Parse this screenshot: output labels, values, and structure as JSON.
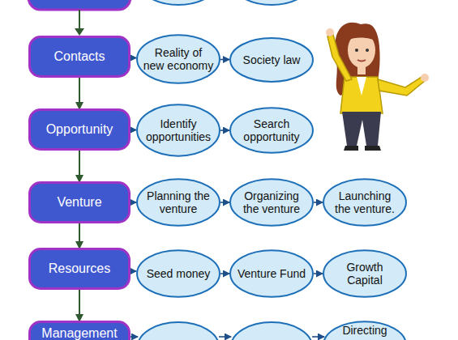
{
  "diagram": {
    "nodes": [
      {
        "text": [
          "Contacts"
        ]
      },
      {
        "text": [
          "Reality of new economy"
        ]
      },
      {
        "text": [
          "Society law"
        ]
      },
      {
        "text": [
          "Opportunity"
        ]
      },
      {
        "text": [
          "Identify opportunities"
        ]
      },
      {
        "text": [
          "Search opportunity"
        ]
      },
      {
        "text": [
          "Venture"
        ]
      },
      {
        "text": [
          "Planning the venture"
        ]
      },
      {
        "text": [
          "Organizing the venture"
        ]
      },
      {
        "text": [
          "Launching the venture."
        ]
      },
      {
        "text": [
          "Resources"
        ]
      },
      {
        "text": [
          "Seed money"
        ]
      },
      {
        "text": [
          "Venture Fund"
        ]
      },
      {
        "text": [
          "Growth Capital"
        ]
      },
      {
        "text": [
          "Management"
        ]
      },
      {
        "text": [
          "Directing"
        ]
      }
    ],
    "edges": [
      {
        "from": 0,
        "to": 1,
        "arrow": "to"
      },
      {
        "from": 1,
        "to": 2,
        "arrow": "to"
      },
      {
        "from": 0,
        "to": 3,
        "arrow": "to"
      },
      {
        "from": 3,
        "to": 4,
        "arrow": "to"
      },
      {
        "from": 4,
        "to": 5,
        "arrow": "to"
      },
      {
        "from": 3,
        "to": 6,
        "arrow": "to"
      },
      {
        "from": 6,
        "to": 7,
        "arrow": "to"
      },
      {
        "from": 7,
        "to": 8,
        "arrow": "to"
      },
      {
        "from": 8,
        "to": 9,
        "arrow": "to"
      },
      {
        "from": 6,
        "to": 10,
        "arrow": "to"
      },
      {
        "from": 10,
        "to": 11,
        "arrow": "to"
      },
      {
        "from": 11,
        "to": 12,
        "arrow": "to"
      },
      {
        "from": 12,
        "to": 13,
        "arrow": "to"
      },
      {
        "from": 10,
        "to": 14,
        "arrow": "to"
      }
    ]
  }
}
